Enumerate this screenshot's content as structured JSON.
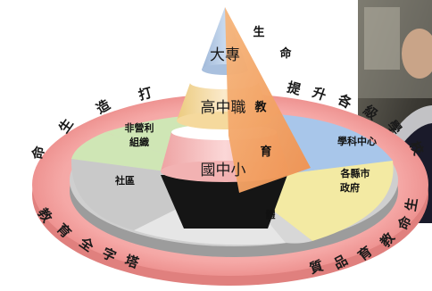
{
  "pyramid": {
    "top": "大專",
    "middle": "高中職",
    "bottom": "國中小"
  },
  "wedge_chars": [
    "生",
    "命",
    "教",
    "育"
  ],
  "ring_upper": [
    "命",
    "生",
    "造",
    "打",
    "提",
    "升",
    "各",
    "級",
    "學",
    "校"
  ],
  "ring_lower_left": [
    "教",
    "育",
    "全",
    "字",
    "塔"
  ],
  "ring_lower_right": [
    "生",
    "命",
    "教",
    "育",
    "品",
    "質"
  ],
  "slices": {
    "nonprofit": "非營利\n組織",
    "community": "社區",
    "subject_center": "學科中心",
    "county_gov": "各縣市\n政府",
    "hidden_char": "體"
  },
  "colors": {
    "ring": "#f5a8a6",
    "ring_edge": "#e88a88",
    "green_slice": "#cfe6b5",
    "gray_slice": "#cfcfcf",
    "light_gray_slice": "#e6e6e6",
    "blue_slice": "#a8c6ea",
    "yellow_slice": "#f3eaa3",
    "top_tier": "#b6cbe5",
    "mid_tier": "#f7dfa6",
    "low_tier": "#f6c0c0",
    "black_base": "#151515",
    "wedge": "#f2a262"
  }
}
